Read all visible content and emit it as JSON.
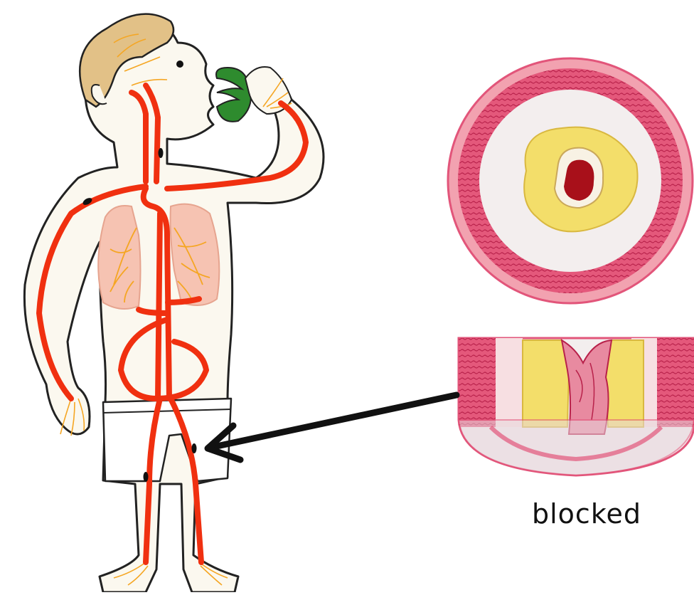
{
  "diagram": {
    "labels": {
      "blocked_label": "blocked"
    },
    "colors": {
      "artery": "#f03010",
      "artery_dark": "#c81a00",
      "skin_outline": "#222222",
      "body_fill": "#fbf8ef",
      "hair": "#e2c187",
      "nerve": "#f5a623",
      "lung": "#f6c3b2",
      "apple": "#2e8b2e",
      "vessel_wall": "#e2557a",
      "vessel_outer": "#f2a2b0",
      "vessel_inner_white": "#f3eeee",
      "plaque": "#f3de6a",
      "lumen": "#a8101a",
      "arrow": "#111111"
    },
    "icons": [
      "human-circulatory-figure",
      "artery-cross-section",
      "artery-longitudinal-section",
      "pointer-arrow"
    ]
  }
}
